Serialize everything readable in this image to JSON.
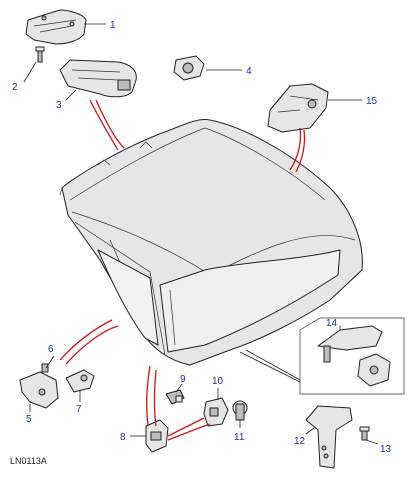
{
  "diagram": {
    "reference_code": "LN0113A",
    "callouts": [
      "1",
      "2",
      "3",
      "4",
      "5",
      "6",
      "7",
      "8",
      "9",
      "10",
      "11",
      "12",
      "13",
      "14",
      "15"
    ]
  },
  "colors": {
    "callout_text": "#1a2fb0",
    "callout_lines": "#d11414",
    "outline": "#222222",
    "part_fill": "#e6e6e6"
  },
  "icons": [
    "hard-top-panel",
    "latch-handle",
    "latch-bracket",
    "screw",
    "clip",
    "bolt",
    "nut",
    "hinge-bracket",
    "retainer",
    "plug"
  ]
}
